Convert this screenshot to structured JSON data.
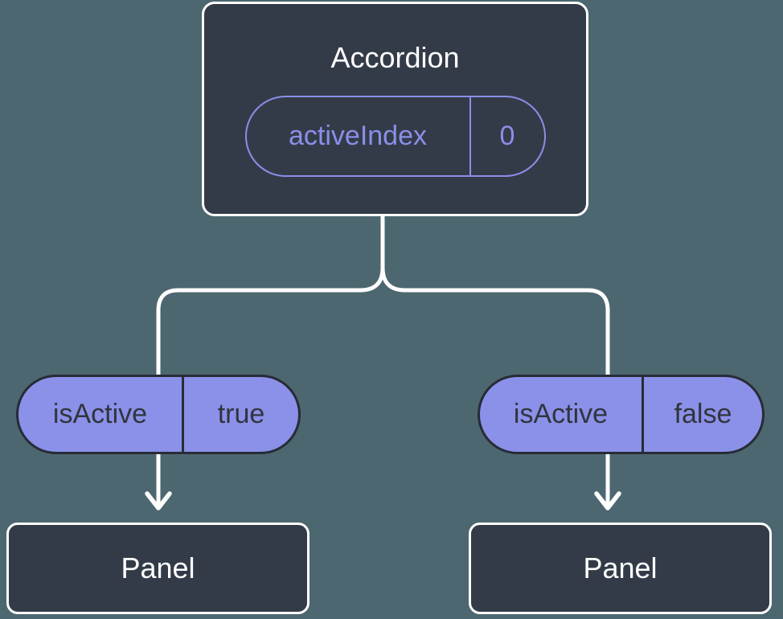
{
  "diagram": {
    "description": "component-tree-state-diagram",
    "colors": {
      "background": "#4D6771",
      "node_fill": "#343B48",
      "node_border": "#FFFFFF",
      "node_text": "#FFFFFF",
      "accent_purple": "#8A8FE9",
      "pill_fill": "#8B90E9",
      "pill_border": "#272C36",
      "pill_text": "#30353C",
      "connector": "#FFFFFF"
    },
    "root": {
      "title": "Accordion",
      "state_pill": {
        "label": "activeIndex",
        "value": "0"
      }
    },
    "children": [
      {
        "prop_pill": {
          "label": "isActive",
          "value": "true"
        },
        "node": {
          "title": "Panel"
        }
      },
      {
        "prop_pill": {
          "label": "isActive",
          "value": "false"
        },
        "node": {
          "title": "Panel"
        }
      }
    ]
  }
}
